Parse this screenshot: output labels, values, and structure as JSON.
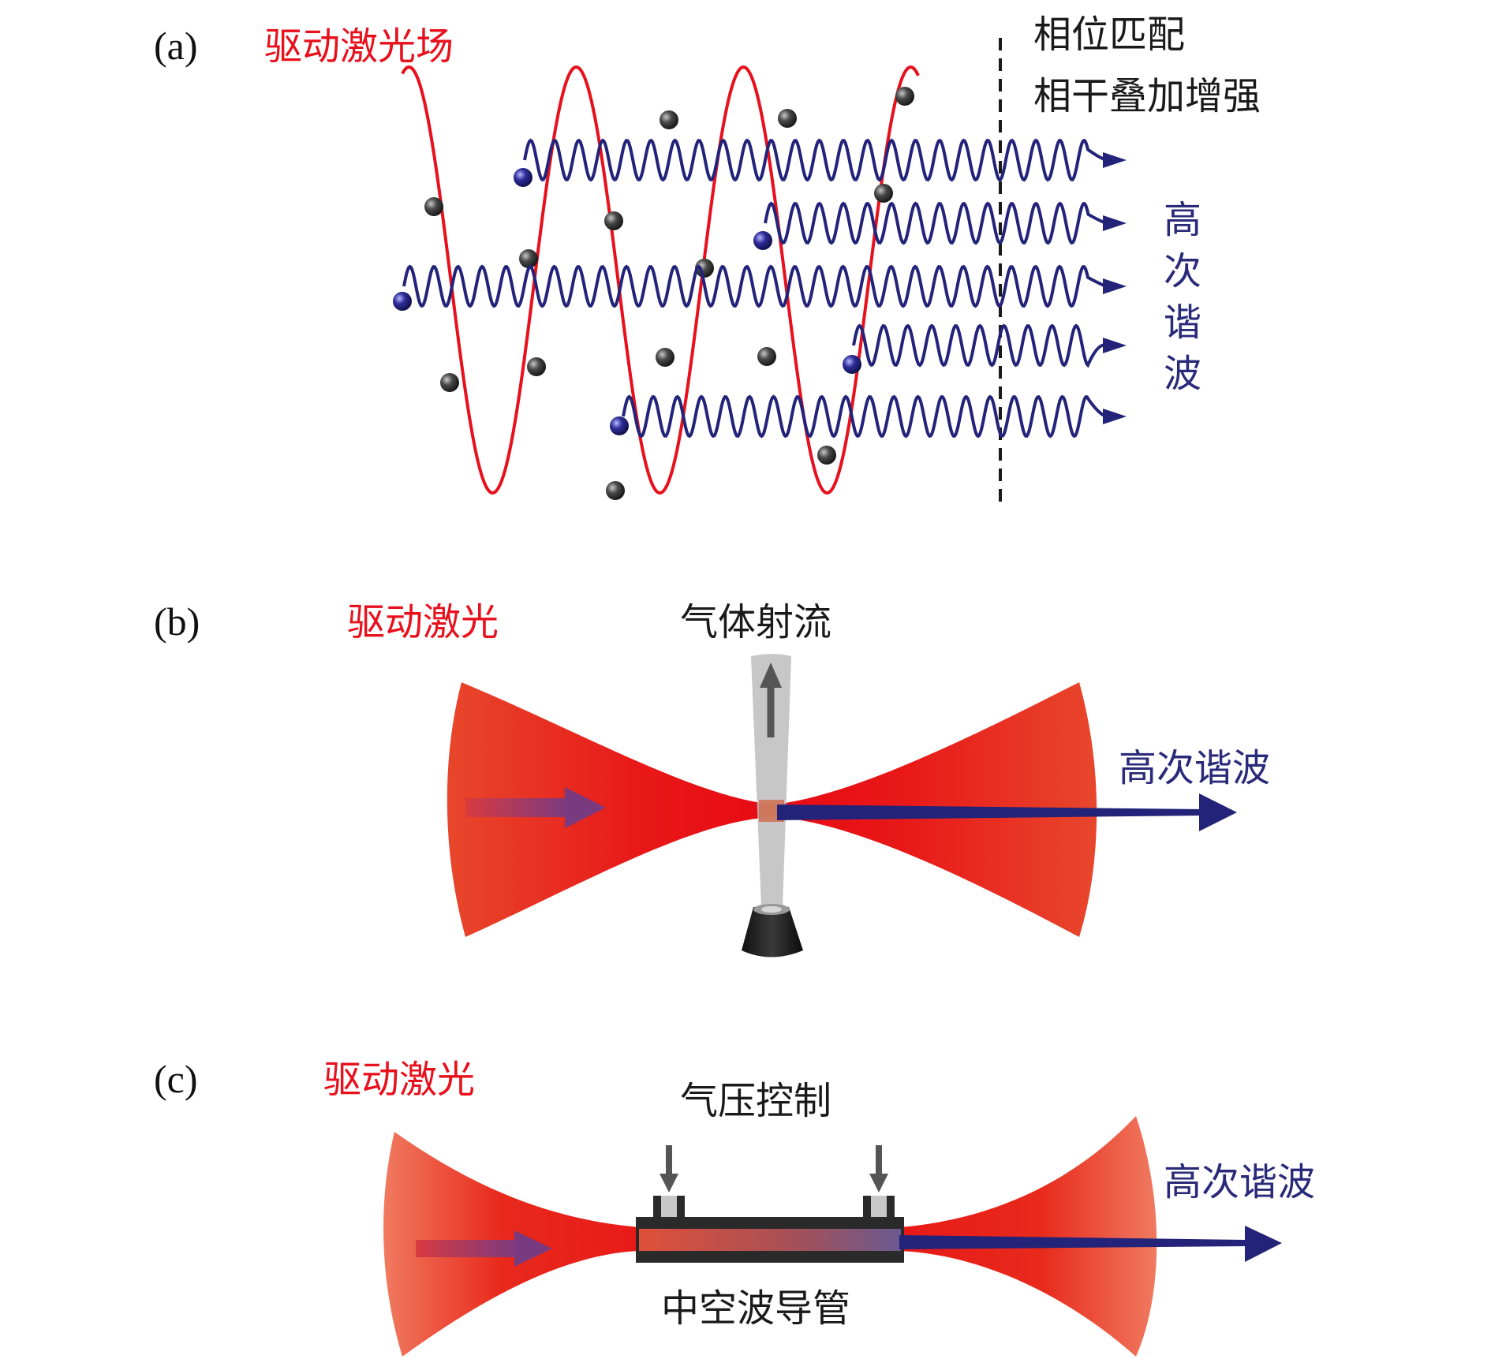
{
  "panels": {
    "a": {
      "label": "(a)",
      "driving_field": "驱动激光场",
      "phase_matching_line1": "相位匹配",
      "phase_matching_line2": "相干叠加增强",
      "harmonics_vertical": [
        "高",
        "次",
        "谐",
        "波"
      ]
    },
    "b": {
      "label": "(b)",
      "driving_laser": "驱动激光",
      "gas_jet": "气体射流",
      "harmonics": "高次谐波"
    },
    "c": {
      "label": "(c)",
      "driving_laser": "驱动激光",
      "pressure_control": "气压控制",
      "harmonics": "高次谐波",
      "hollow_waveguide": "中空波导管"
    }
  },
  "colors": {
    "laser_red": "#e8101c",
    "beam_orange": "#e84a2c",
    "harmonic_blue": "#23237a",
    "atom_gray": "#3a3a3a",
    "ion_blue": "#2a2a8a"
  }
}
